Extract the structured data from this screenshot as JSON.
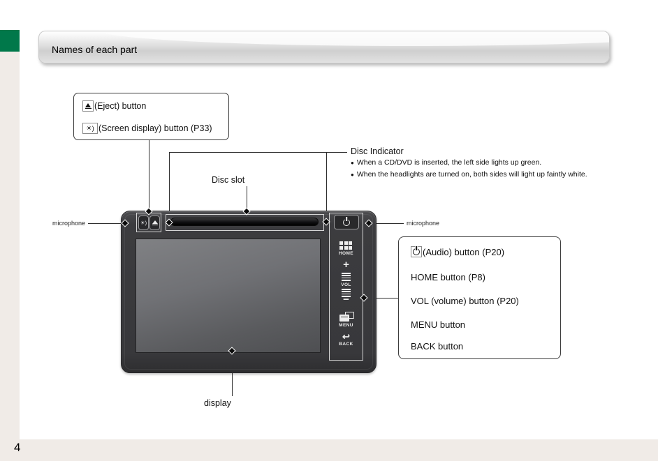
{
  "page": {
    "number": "4"
  },
  "header": {
    "title": "Names of each part"
  },
  "eject_callout": {
    "rows": [
      {
        "icon": "eject-icon",
        "label": "(Eject) button"
      },
      {
        "icon": "screen-display-icon",
        "label": "(Screen display) button (P33)"
      }
    ]
  },
  "disc": {
    "slot_label": "Disc slot",
    "indicator_title": "Disc Indicator",
    "bullet_glyph": "●",
    "bullets": [
      "When a CD/DVD is inserted, the left side lights up green.",
      "When the headlights are turned on, both sides will light up faintly white."
    ]
  },
  "microphone": {
    "left": "microphone",
    "right": "microphone"
  },
  "display_label": "display",
  "buttons_callout": {
    "rows": [
      {
        "icon": "power-icon",
        "label": "(Audio) button (P20)"
      },
      {
        "label": "HOME button (P8)"
      },
      {
        "label": "VOL (volume) button (P20)"
      },
      {
        "label": "MENU button"
      },
      {
        "label": "BACK button"
      }
    ]
  },
  "device": {
    "screen_display_glyph": "☀)",
    "home_label": "HOME",
    "vol_label": "VOL",
    "menu_label": "MENU",
    "back_label": "BACK",
    "back_glyph": "↩",
    "vol_plus": "+",
    "vol_minus": "−"
  },
  "colors": {
    "accent_green": "#00784a",
    "margin_gray": "#f0ebe7",
    "device_body": "#3c3c3f"
  }
}
